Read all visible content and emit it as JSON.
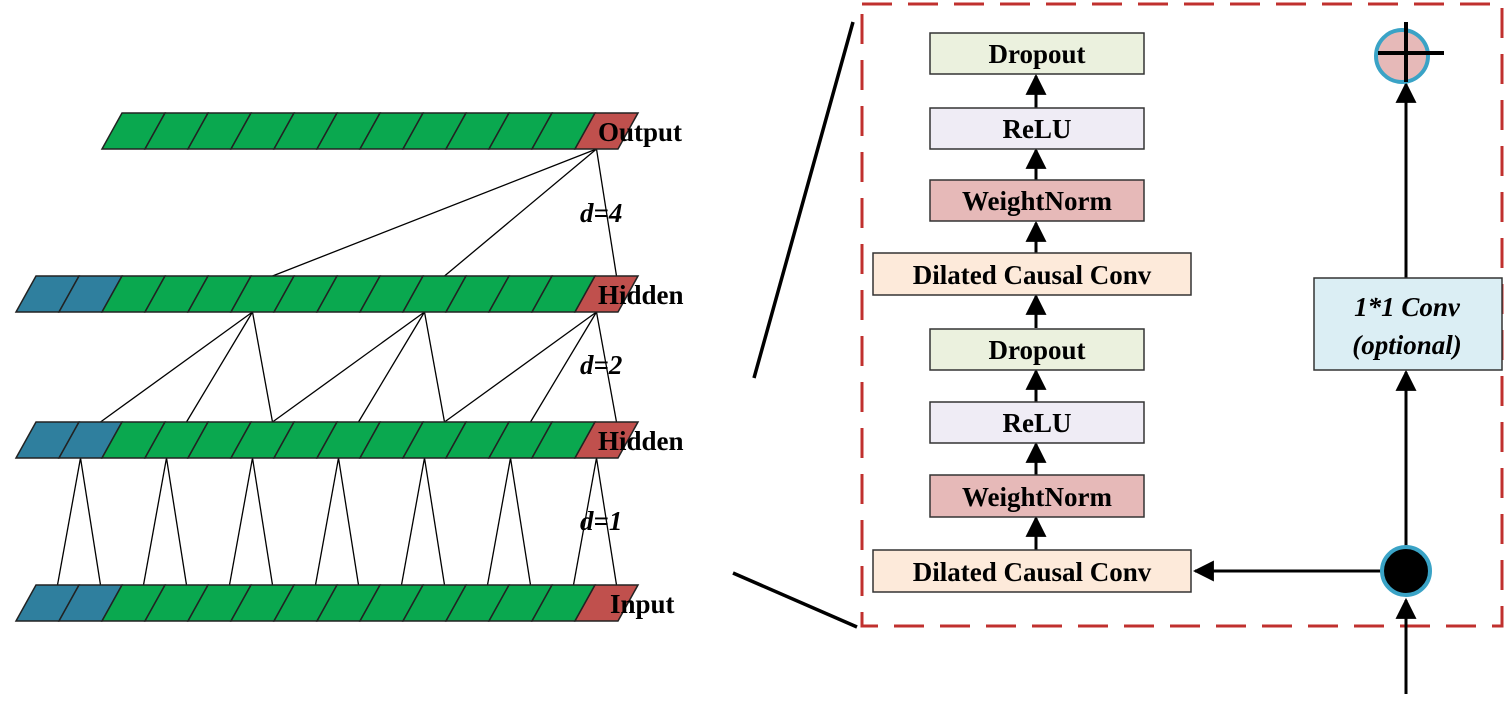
{
  "layers": {
    "output": "Output",
    "hidden_top": "Hidden",
    "hidden_bottom": "Hidden",
    "input": "Input"
  },
  "dilations": {
    "d4": "d=4",
    "d2": "d=2",
    "d1": "d=1"
  },
  "block": {
    "dropout_top": "Dropout",
    "relu_top": "ReLU",
    "weightnorm_top": "WeightNorm",
    "conv_top": "Dilated Causal Conv",
    "dropout_bottom": "Dropout",
    "relu_bottom": "ReLU",
    "weightnorm_bottom": "WeightNorm",
    "conv_bottom": "Dilated Causal Conv"
  },
  "residual": {
    "line1": "1*1 Conv",
    "line2": "(optional)"
  },
  "colors": {
    "cell_green": "#0aa84f",
    "cell_teal": "#2f7f9e",
    "cell_red": "#c0504d",
    "dropout_fill": "#ebf1de",
    "relu_fill": "#efecf5",
    "weightnorm_fill": "#e6b9b8",
    "conv_fill": "#fdeada",
    "residual_fill": "#dbeef4",
    "frame": "#c0302e",
    "circle_edge": "#3aa3c6"
  }
}
